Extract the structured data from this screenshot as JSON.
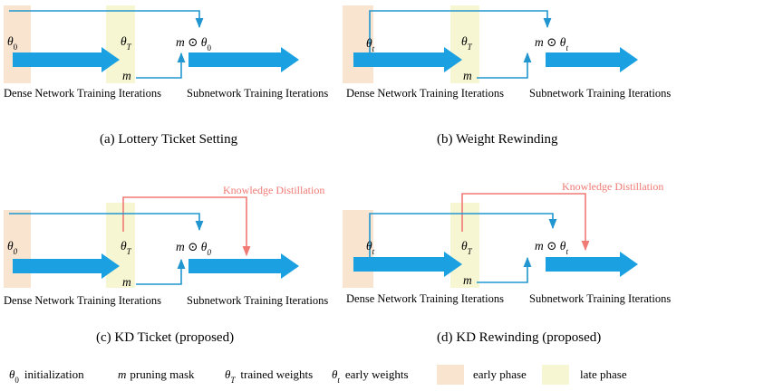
{
  "colors": {
    "blue": "#1ba1e2",
    "blue_line": "#2196d0",
    "early": "#f8e4cf",
    "late": "#f6f6d2",
    "kd": "#f07a74",
    "text": "#000000"
  },
  "panels": [
    {
      "id": "a",
      "init_symbol": "θ",
      "init_subscript": "0",
      "trained_symbol": "θ",
      "trained_subscript": "T",
      "mask_symbol": "m",
      "result_prefix": "m ⊙ θ",
      "result_subscript": "0",
      "dense_label": "Dense Network Training Iterations",
      "sub_label": "Subnetwork Training Iterations",
      "caption": "(a) Lottery Ticket Setting",
      "kd_label": ""
    },
    {
      "id": "b",
      "init_symbol": "θ",
      "init_subscript": "t",
      "trained_symbol": "θ",
      "trained_subscript": "T",
      "mask_symbol": "m",
      "result_prefix": "m ⊙ θ",
      "result_subscript": "t",
      "dense_label": "Dense Network Training Iterations",
      "sub_label": "Subnetwork Training Iterations",
      "caption": "(b) Weight Rewinding",
      "kd_label": ""
    },
    {
      "id": "c",
      "init_symbol": "θ",
      "init_subscript": "0",
      "trained_symbol": "θ",
      "trained_subscript": "T",
      "mask_symbol": "m",
      "result_prefix": "m ⊙ θ",
      "result_subscript": "0",
      "dense_label": "Dense Network Training Iterations",
      "sub_label": "Subnetwork Training Iterations",
      "caption": "(c) KD Ticket (proposed)",
      "kd_label": "Knowledge Distillation"
    },
    {
      "id": "d",
      "init_symbol": "θ",
      "init_subscript": "t",
      "trained_symbol": "θ",
      "trained_subscript": "T",
      "mask_symbol": "m",
      "result_prefix": "m ⊙ θ",
      "result_subscript": "t",
      "dense_label": "Dense Network Training Iterations",
      "sub_label": "Subnetwork Training Iterations",
      "caption": "(d) KD Rewinding (proposed)",
      "kd_label": "Knowledge Distillation"
    }
  ],
  "legend": {
    "init_symbol": "θ",
    "init_subscript": "0",
    "init_text": "initialization",
    "mask_symbol": "m",
    "mask_text": "pruning mask",
    "trained_symbol": "θ",
    "trained_subscript": "T",
    "trained_text": "trained weights",
    "early_symbol": "θ",
    "early_subscript": "t",
    "early_text": "early weights",
    "early_phase_text": "early phase",
    "late_phase_text": "late phase"
  }
}
